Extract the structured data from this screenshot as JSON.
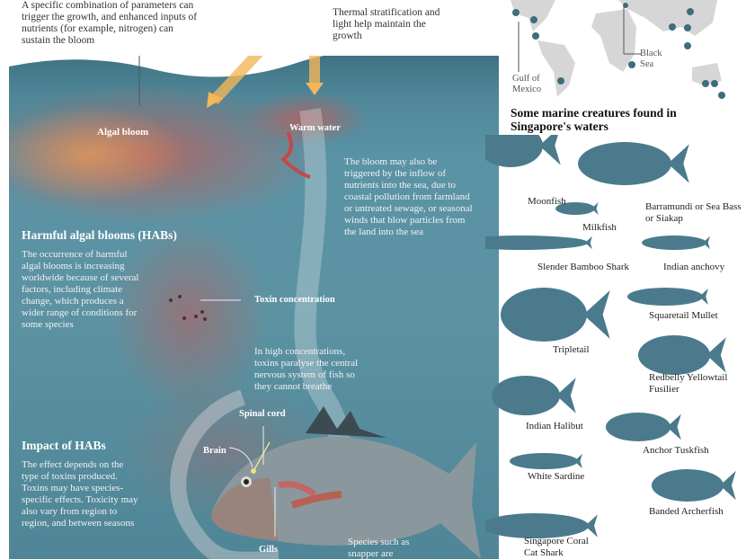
{
  "intro_text": "A specific combination of parameters can trigger the growth, and enhanced inputs of nutrients (for example, nitrogen) can sustain the bloom",
  "thermal_text": "Thermal stratification and light help maintain the growth",
  "labels": {
    "algal_bloom": "Algal bloom",
    "warm_water": "Warm water",
    "toxin_concentration": "Toxin concentration",
    "spinal_cord": "Spinal cord",
    "brain": "Brain",
    "gills": "Gills"
  },
  "inflow_text": "The bloom may also be triggered by the inflow of nutrients into the sea, due to coastal pollution from farmland or untreated sewage, or seasonal winds that blow particles from the land into the sea",
  "habs": {
    "heading": "Harmful algal blooms (HABs)",
    "text": "The occurrence of harmful algal blooms is increasing worldwide because of several factors, including climate change, which produces a wider range of conditions for some species"
  },
  "paralyse_text": "In high concentrations, toxins paralyse the central nervous system of fish so they cannot breathe",
  "impact": {
    "heading": "Impact of HABs",
    "text": "The effect depends on the type of toxins produced. Toxins may have species-specific effects. Toxicity may also vary from region to region, and between seasons"
  },
  "snapper_text": "Species such as snapper are",
  "map": {
    "gulf_label": "Gulf of Mexico",
    "black_sea_label": "Black Sea"
  },
  "creatures": {
    "title": "Some marine creatures found in Singapore's waters",
    "items": [
      "Moonfish",
      "Milkfish",
      "Barramundi or Sea Bass or Siakap",
      "Slender Bamboo Shark",
      "Indian anchovy",
      "Squaretail Mullet",
      "Tripletail",
      "Redbelly Yellowtail Fusilier",
      "Indian Halibut",
      "Anchor Tuskfish",
      "White Sardine",
      "Banded Archerfish",
      "Singapore Coral Cat Shark"
    ]
  },
  "colors": {
    "ocean": "#5a93a5",
    "bloom": "#c0605a",
    "sunlight": "#f1b75a",
    "silhouette": "#4a7a8c",
    "map_land": "#d6d6d6",
    "map_dot": "#3f6d7e"
  }
}
